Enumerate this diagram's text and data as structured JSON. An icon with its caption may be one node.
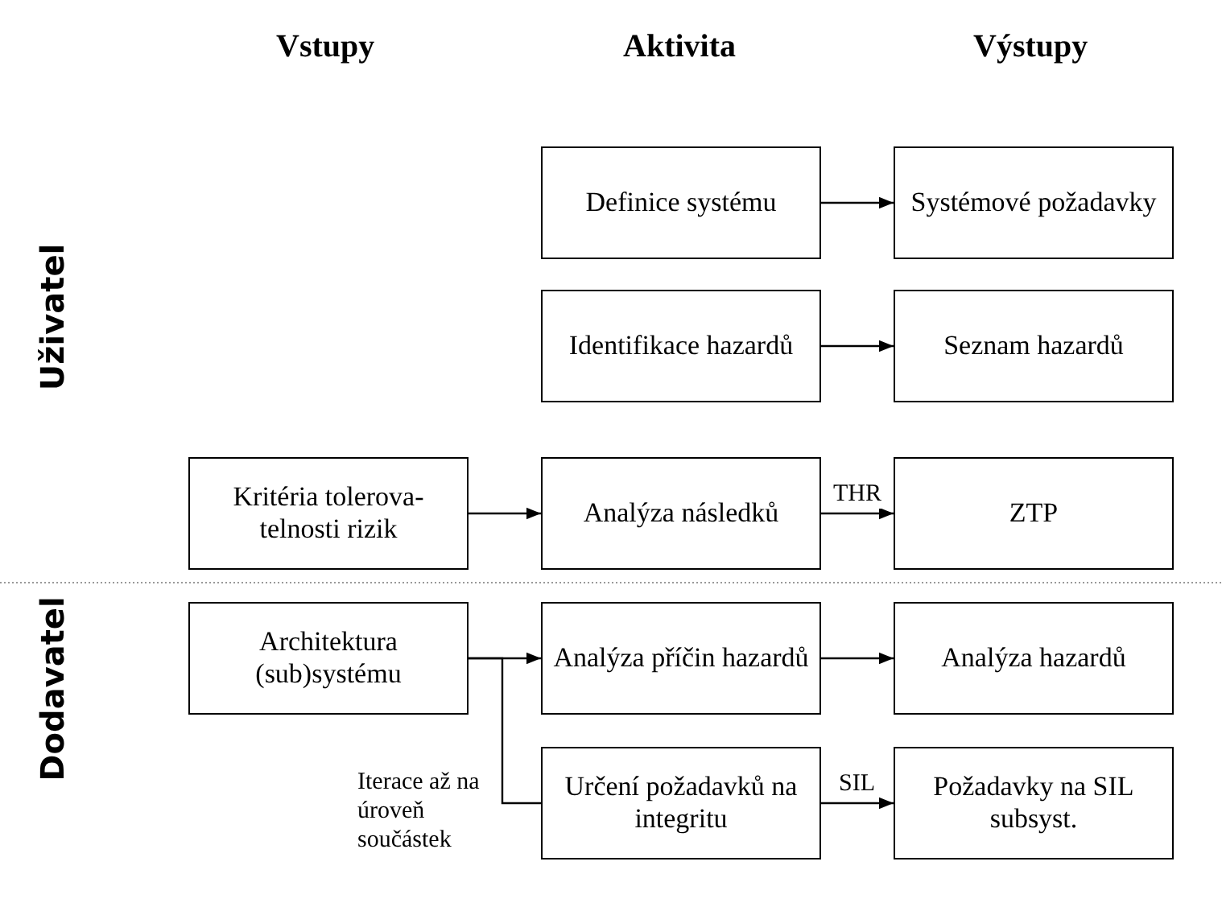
{
  "diagram": {
    "nodes": [
      {
        "text": [
          "Definice systému"
        ]
      },
      {
        "text": [
          "Systémové požadavky"
        ]
      },
      {
        "text": [
          "Identifikace hazardů"
        ]
      },
      {
        "text": [
          "Seznam hazardů"
        ]
      },
      {
        "text": [
          "Kritéria tolerova- telnosti rizik"
        ]
      },
      {
        "text": [
          "Analýza následků"
        ]
      },
      {
        "text": [
          "ZTP"
        ]
      },
      {
        "text": [
          "Architektura (sub)systému"
        ]
      },
      {
        "text": [
          "Analýza příčin hazardů"
        ]
      },
      {
        "text": [
          "Analýza hazardů"
        ]
      },
      {
        "text": [
          "Určení požadavků na integritu"
        ]
      },
      {
        "text": [
          "Požadavky na SIL subsyst."
        ]
      }
    ],
    "edges": [
      {
        "from": 0,
        "to": 1,
        "arrow": "to"
      },
      {
        "from": 2,
        "to": 3,
        "arrow": "to"
      },
      {
        "from": 4,
        "to": 5,
        "arrow": "to"
      },
      {
        "from": 5,
        "to": 6,
        "label": "THR",
        "arrow": "to"
      },
      {
        "from": 7,
        "to": 8,
        "arrow": "to"
      },
      {
        "from": 7,
        "to": 10,
        "arrow": "none"
      },
      {
        "from": 8,
        "to": 9,
        "arrow": "to"
      },
      {
        "from": 10,
        "to": 11,
        "label": "SIL",
        "arrow": "to"
      }
    ],
    "labels": [
      "Vstupy",
      "Aktivita",
      "Výstupy",
      "Uživatel",
      "Dodavatel",
      "Iterace až na úroveň součástek"
    ]
  }
}
